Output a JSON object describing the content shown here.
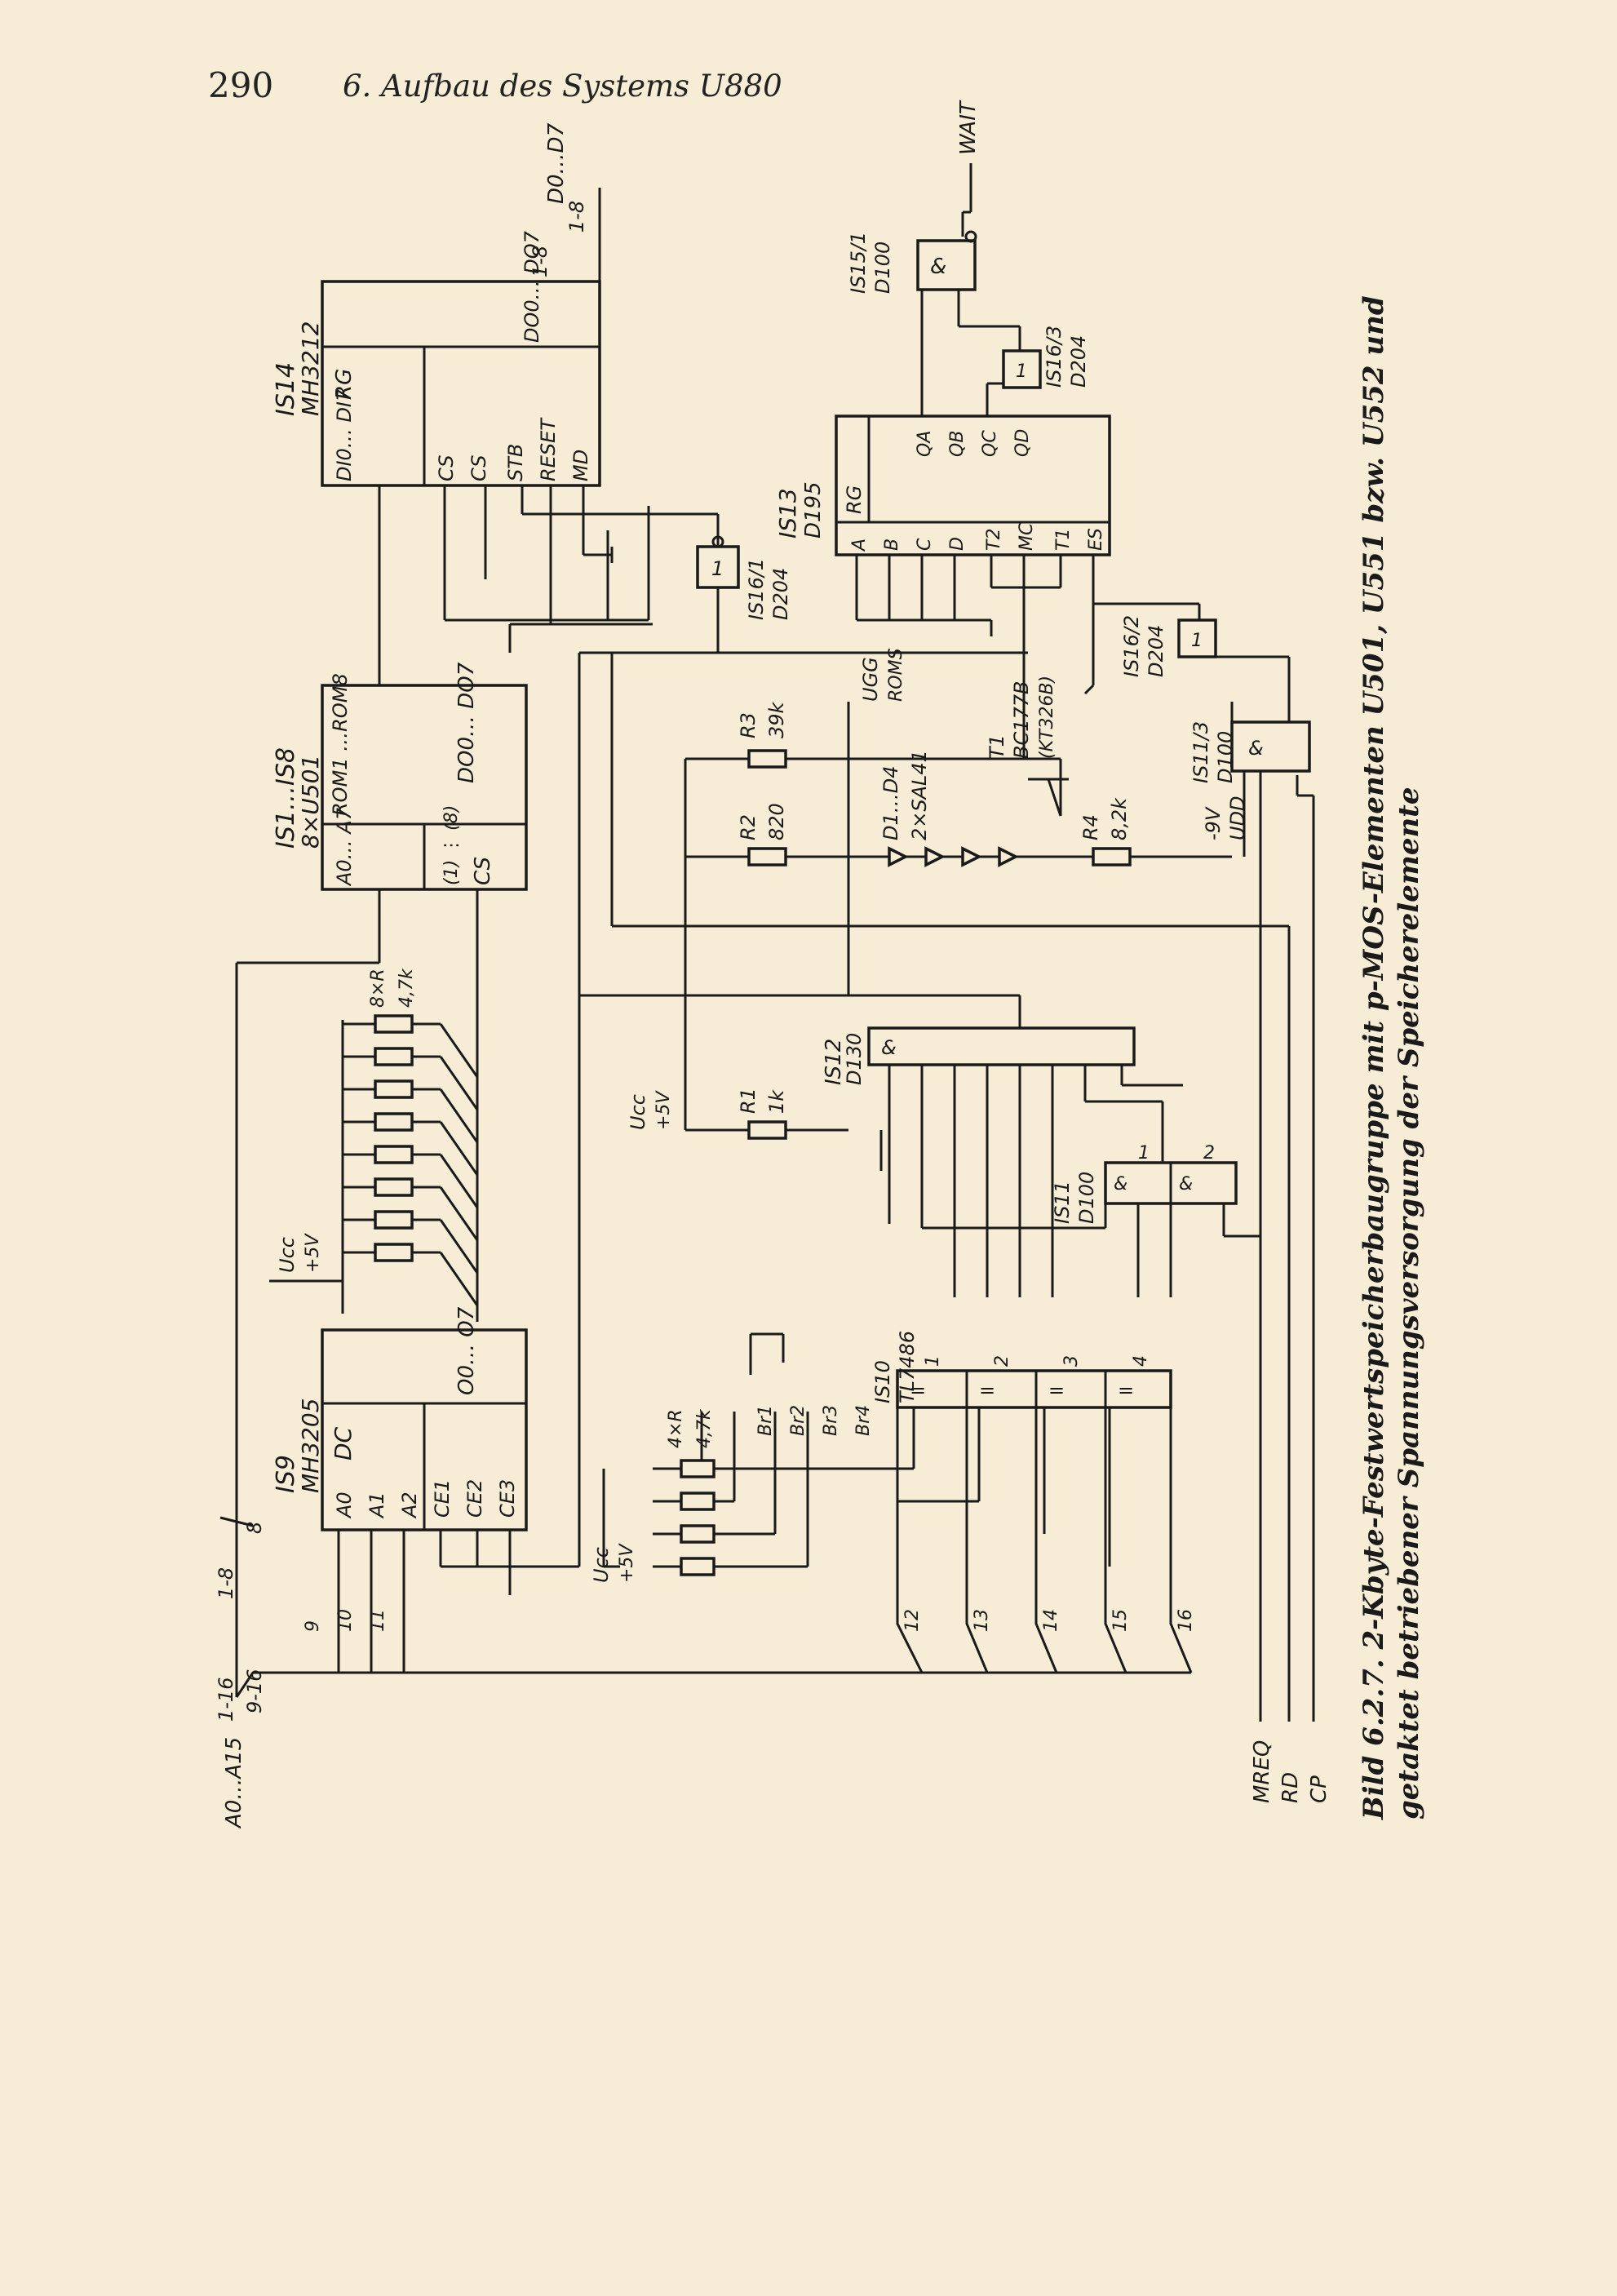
{
  "page": {
    "number": "290",
    "running_head": "6. Aufbau des Systems U880"
  },
  "caption": {
    "line1": "Bild 6.2.7. 2-Kbyte-Festwertspeicherbaugruppe mit p-MOS-Elementen U501, U551 bzw. U552 und",
    "line2": "getaktet betriebener Spannungsversorgung der Speicherelemente"
  },
  "schematic": {
    "bus": {
      "address": "A0…A15",
      "all_lines": "1-16",
      "low_lines": "1-8",
      "low_count": "8",
      "high_lines": "9-16",
      "line_numbers": [
        "9",
        "10",
        "11",
        "12",
        "13",
        "14",
        "15",
        "16"
      ]
    },
    "control_inputs": [
      "MREQ",
      "RD",
      "CP"
    ],
    "supply": {
      "ucc": "Ucc",
      "ucc_value": "+5V"
    },
    "ic9": {
      "ref": "IS9",
      "type": "MH3205",
      "func": "DC",
      "inputs": [
        "A0",
        "A1",
        "A2"
      ],
      "enables": [
        "CE1",
        "CE2",
        "CE3"
      ],
      "outputs": "O0… O7"
    },
    "pullups": {
      "count": "8×R",
      "value": "4,7k"
    },
    "roms": {
      "ref": "IS1…IS8",
      "type": "8×U501",
      "label": "ROM1 …ROM8",
      "addr": "A0… A7",
      "cs": "CS",
      "cs_range": "(1) ⋮ (8)",
      "data": "DO0… DO7"
    },
    "ic14": {
      "ref": "IS14",
      "type": "MH3212",
      "func": "RG",
      "in": "DI0… DI7",
      "pins": [
        "CS",
        "CS",
        "STB",
        "RESET",
        "MD"
      ],
      "out": "DO0… DO7",
      "out_lines": "1-8",
      "bus_lines": "1-8",
      "bus_label": "D0…D7"
    },
    "ic16_1": {
      "ref": "IS16/1",
      "type": "D204",
      "sym": "1"
    },
    "ic13": {
      "ref": "IS13",
      "type": "D195",
      "func": "RG",
      "inputs": [
        "A",
        "B",
        "C",
        "D",
        "T2",
        "MC",
        "T1",
        "ES"
      ],
      "outputs": [
        "QA",
        "QB",
        "QC",
        "QD"
      ]
    },
    "ic15_1": {
      "ref": "IS15/1",
      "type": "D100",
      "sym": "&",
      "out": "WAIT"
    },
    "ic16_3": {
      "ref": "IS16/3",
      "type": "D204",
      "sym": "1"
    },
    "ic16_2": {
      "ref": "IS16/2",
      "type": "D204",
      "sym": "1"
    },
    "ic11_3": {
      "ref": "IS11/3",
      "type": "D100",
      "sym": "&"
    },
    "r1": {
      "ref": "R1",
      "value": "1k"
    },
    "r2": {
      "ref": "R2",
      "value": "820"
    },
    "r3": {
      "ref": "R3",
      "value": "39k"
    },
    "r4": {
      "ref": "R4",
      "value": "8,2k"
    },
    "diodes": {
      "ref": "D1…D4",
      "type": "2×SAL41"
    },
    "t1": {
      "ref": "T1",
      "type": "BC177B",
      "alt": "(KT326B)"
    },
    "ugg": {
      "label": "UGG",
      "sub": "ROMS"
    },
    "udd": {
      "value": "-9V",
      "label": "UDD"
    },
    "ic12": {
      "ref": "IS12",
      "type": "D130",
      "sym": "&"
    },
    "ic11": {
      "ref": "IS11",
      "type": "D100",
      "sym": "&",
      "gates": [
        "1",
        "2"
      ]
    },
    "ic10": {
      "ref": "IS10",
      "type": "TL7486",
      "sym": "=",
      "gates": [
        "1",
        "2",
        "3",
        "4"
      ]
    },
    "bridges": {
      "count": "4×R",
      "value": "4,7k",
      "names": [
        "Br1",
        "Br2",
        "Br3",
        "Br4"
      ]
    }
  }
}
